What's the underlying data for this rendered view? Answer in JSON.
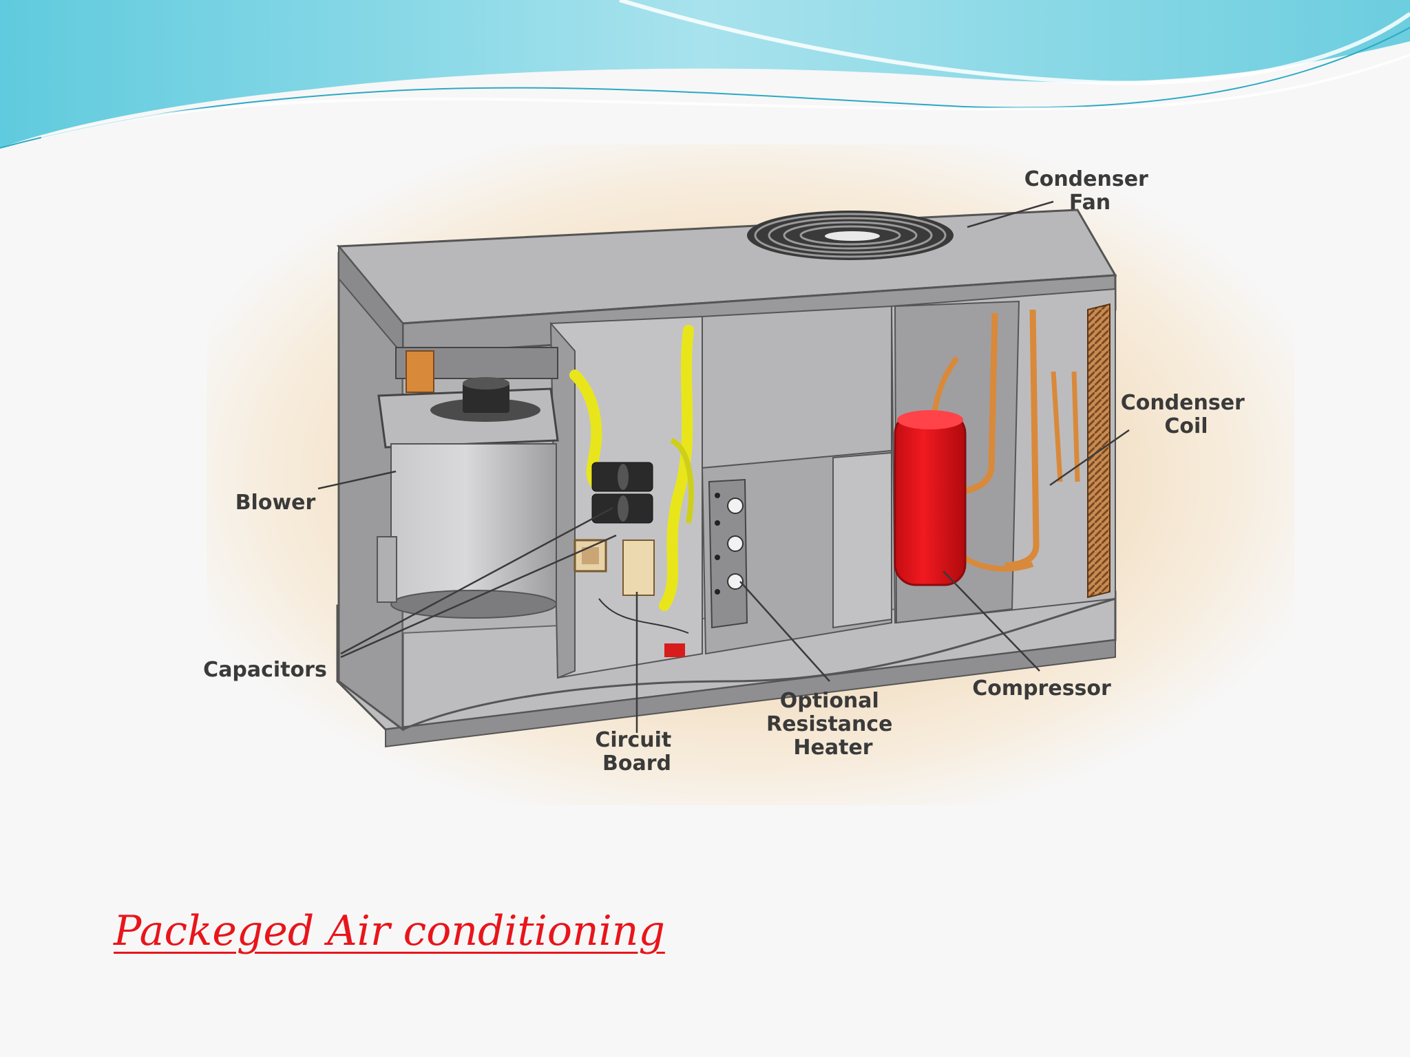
{
  "labels": {
    "condenser_fan": [
      "Condenser",
      "Fan"
    ],
    "condenser_coil": [
      "Condenser",
      "Coil"
    ],
    "blower": [
      "Blower"
    ],
    "capacitors": [
      "Capacitors"
    ],
    "circuit_board": [
      "Circuit",
      "Board"
    ],
    "optional_resistance_heater": [
      "Optional",
      "Resistance",
      "Heater"
    ],
    "compressor": [
      "Compressor"
    ]
  },
  "caption": "Packeged Air conditioning",
  "colors": {
    "caption": "#e8151b",
    "header_wave": "#7fd3e3",
    "compressor": "#e8171c",
    "wiring": "#e8e61a",
    "copper_tubing": "#d9893a",
    "cabinet": "#a7a7a9"
  }
}
